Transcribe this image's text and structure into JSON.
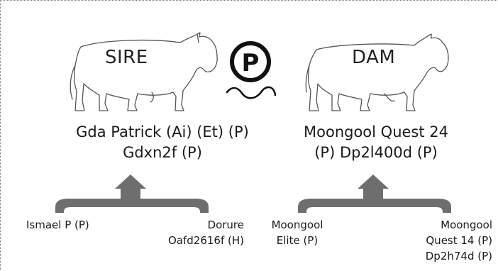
{
  "badge": {
    "letter": "P",
    "icon": "polled-icon"
  },
  "sire": {
    "label": "SIRE",
    "name_line1": "Gda Patrick (Ai) (Et) (P)",
    "name_line2": "Gdxn2f (P)",
    "grandsire": {
      "line1": "Ismael P (P)"
    },
    "granddam": {
      "line1": "Dorure",
      "line2": "Oafd2616f (H)"
    }
  },
  "dam": {
    "label": "DAM",
    "name_line1": "Moongool Quest 24",
    "name_line2": "(P) Dp2l400d (P)",
    "grandsire": {
      "line1": "Moongool",
      "line2": "Elite (P)"
    },
    "granddam": {
      "line1": "Moongool",
      "line2": "Quest 14 (P)",
      "line3": "Dp2h74d (P)"
    }
  },
  "colors": {
    "bracket": "#6e6e6e",
    "outline": "#555555",
    "text": "#1a1a1a"
  }
}
